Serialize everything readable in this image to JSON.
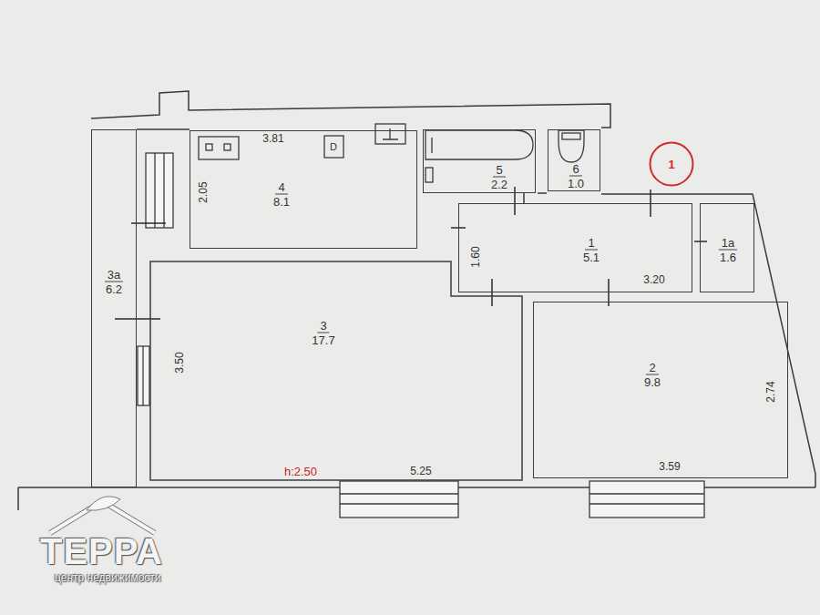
{
  "diagram": {
    "nodes": [
      {
        "text": [
          "4",
          "8.1"
        ]
      },
      {
        "text": [
          "5",
          "2.2"
        ]
      },
      {
        "text": [
          "6",
          "1.0"
        ]
      },
      {
        "text": [
          "1"
        ]
      },
      {
        "text": [
          "1",
          "5.1"
        ]
      },
      {
        "text": [
          "1а",
          "1.6"
        ]
      },
      {
        "text": [
          "3а",
          "6.2"
        ]
      },
      {
        "text": [
          "3",
          "17.7"
        ]
      },
      {
        "text": [
          "2",
          "9.8"
        ]
      }
    ],
    "labels": [
      "3.81",
      "D",
      "2.05",
      "1.60",
      "3.20",
      "3.50",
      "h:2.50",
      "5.25",
      "3.59",
      "2.74",
      "ТЕРРА",
      "центр недвижимости"
    ]
  }
}
